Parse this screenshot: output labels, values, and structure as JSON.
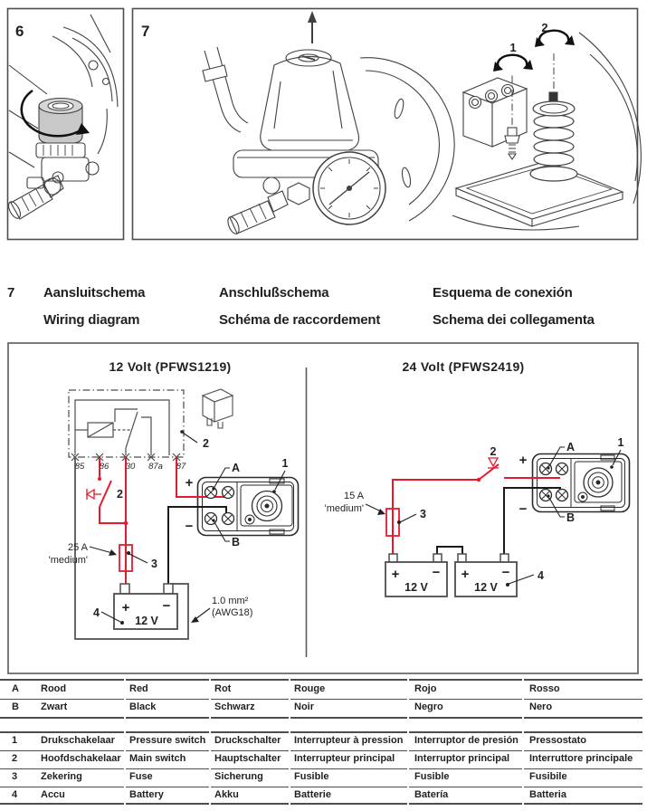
{
  "panels": {
    "panel6": {
      "number": "6"
    },
    "panel7": {
      "number": "7",
      "callout_screw": "1",
      "callout_spring": "2"
    }
  },
  "heading": {
    "number": "7",
    "columns": [
      {
        "line1": "Aansluitschema",
        "line2": "Wiring diagram"
      },
      {
        "line1": "Anschlußschema",
        "line2": "Schéma de raccordement"
      },
      {
        "line1": "Esquema de conexión",
        "line2": "Schema dei collegamenta"
      }
    ]
  },
  "wiring": {
    "left": {
      "title": "12 Volt (PFWS1219)",
      "relay_terminals": [
        "85",
        "86",
        "30",
        "87a",
        "87"
      ],
      "relay_callout": "2",
      "switch_callout": "2",
      "fuse_note_line1": "25 A",
      "fuse_note_line2": "'medium'",
      "fuse_callout": "3",
      "battery_callout": "4",
      "battery_text": "12 V",
      "plus": "+",
      "minus": "−",
      "wire_note_line1": "1.0 mm²",
      "wire_note_line2": "(AWG18)",
      "device_callout": "1",
      "terminal_a": "A",
      "terminal_b": "B"
    },
    "right": {
      "title": "24 Volt (PFWS2419)",
      "switch_callout": "2",
      "fuse_note_line1": "15 A",
      "fuse_note_line2": "'medium'",
      "fuse_callout": "3",
      "battery_callout": "4",
      "battery1_text": "12 V",
      "battery2_text": "12 V",
      "plus": "+",
      "minus": "−",
      "device_callout": "1",
      "terminal_a": "A",
      "terminal_b": "B"
    }
  },
  "legend": {
    "color_rows": [
      {
        "key": "A",
        "cols": [
          "Rood",
          "Red",
          "Rot",
          "Rouge",
          "Rojo",
          "Rosso"
        ]
      },
      {
        "key": "B",
        "cols": [
          "Zwart",
          "Black",
          "Schwarz",
          "Noir",
          "Negro",
          "Nero"
        ]
      }
    ],
    "component_rows": [
      {
        "key": "1",
        "cols": [
          "Drukschakelaar",
          "Pressure switch",
          "Druckschalter",
          "Interrupteur à pression",
          "Interruptor de presión",
          "Pressostato"
        ]
      },
      {
        "key": "2",
        "cols": [
          "Hoofdschakelaar",
          "Main switch",
          "Hauptschalter",
          "Interrupteur principal",
          "Interruptor principal",
          "Interruttore principale"
        ]
      },
      {
        "key": "3",
        "cols": [
          "Zekering",
          "Fuse",
          "Sicherung",
          "Fusible",
          "Fusible",
          "Fusibile"
        ]
      },
      {
        "key": "4",
        "cols": [
          "Accu",
          "Battery",
          "Akku",
          "Batterie",
          "Batería",
          "Batteria"
        ]
      }
    ]
  },
  "colors": {
    "red": "#e8192c",
    "wire_black": "#1a1a1a",
    "line_gray": "#4d4d4f",
    "text": "#231f20"
  }
}
